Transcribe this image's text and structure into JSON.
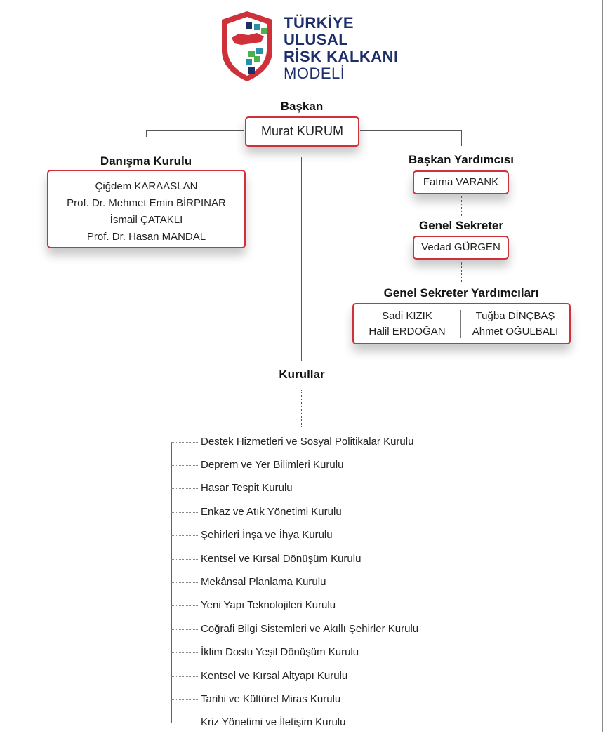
{
  "logo": {
    "line1": "TÜRKİYE",
    "line2": "ULUSAL",
    "line3": "RİSK KALKANI",
    "line4": "MODELİ",
    "colors": {
      "navy": "#1c2f6b",
      "red": "#d0303a",
      "green": "#4caf50",
      "teal": "#2a8fa8"
    }
  },
  "president": {
    "title": "Başkan",
    "name": "Murat KURUM"
  },
  "advisory": {
    "title": "Danışma Kurulu",
    "members": [
      "Çiğdem KARAASLAN",
      "Prof. Dr. Mehmet Emin BİRPINAR",
      "İsmail ÇATAKLI",
      "Prof. Dr. Hasan MANDAL"
    ]
  },
  "vice_president": {
    "title": "Başkan Yardımcısı",
    "name": "Fatma VARANK"
  },
  "secretary_general": {
    "title": "Genel Sekreter",
    "name": "Vedad GÜRGEN"
  },
  "deputy_secretaries": {
    "title": "Genel Sekreter Yardımcıları",
    "left": [
      "Sadi KIZIK",
      "Halil ERDOĞAN"
    ],
    "right": [
      "Tuğba DİNÇBAŞ",
      "Ahmet OĞULBALI"
    ]
  },
  "boards": {
    "title": "Kurullar",
    "items": [
      "Destek Hizmetleri ve Sosyal Politikalar Kurulu",
      "Deprem ve Yer Bilimleri Kurulu",
      "Hasar Tespit Kurulu",
      "Enkaz ve Atık Yönetimi Kurulu",
      "Şehirleri İnşa ve İhya Kurulu",
      "Kentsel ve Kırsal Dönüşüm Kurulu",
      "Mekânsal Planlama Kurulu",
      "Yeni Yapı Teknolojileri Kurulu",
      "Coğrafi Bilgi Sistemleri ve Akıllı Şehirler Kurulu",
      "İklim Dostu Yeşil Dönüşüm Kurulu",
      "Kentsel ve Kırsal Altyapı Kurulu",
      "Tarihi ve Kültürel Miras Kurulu",
      "Kriz Yönetimi ve İletişim Kurulu"
    ]
  }
}
